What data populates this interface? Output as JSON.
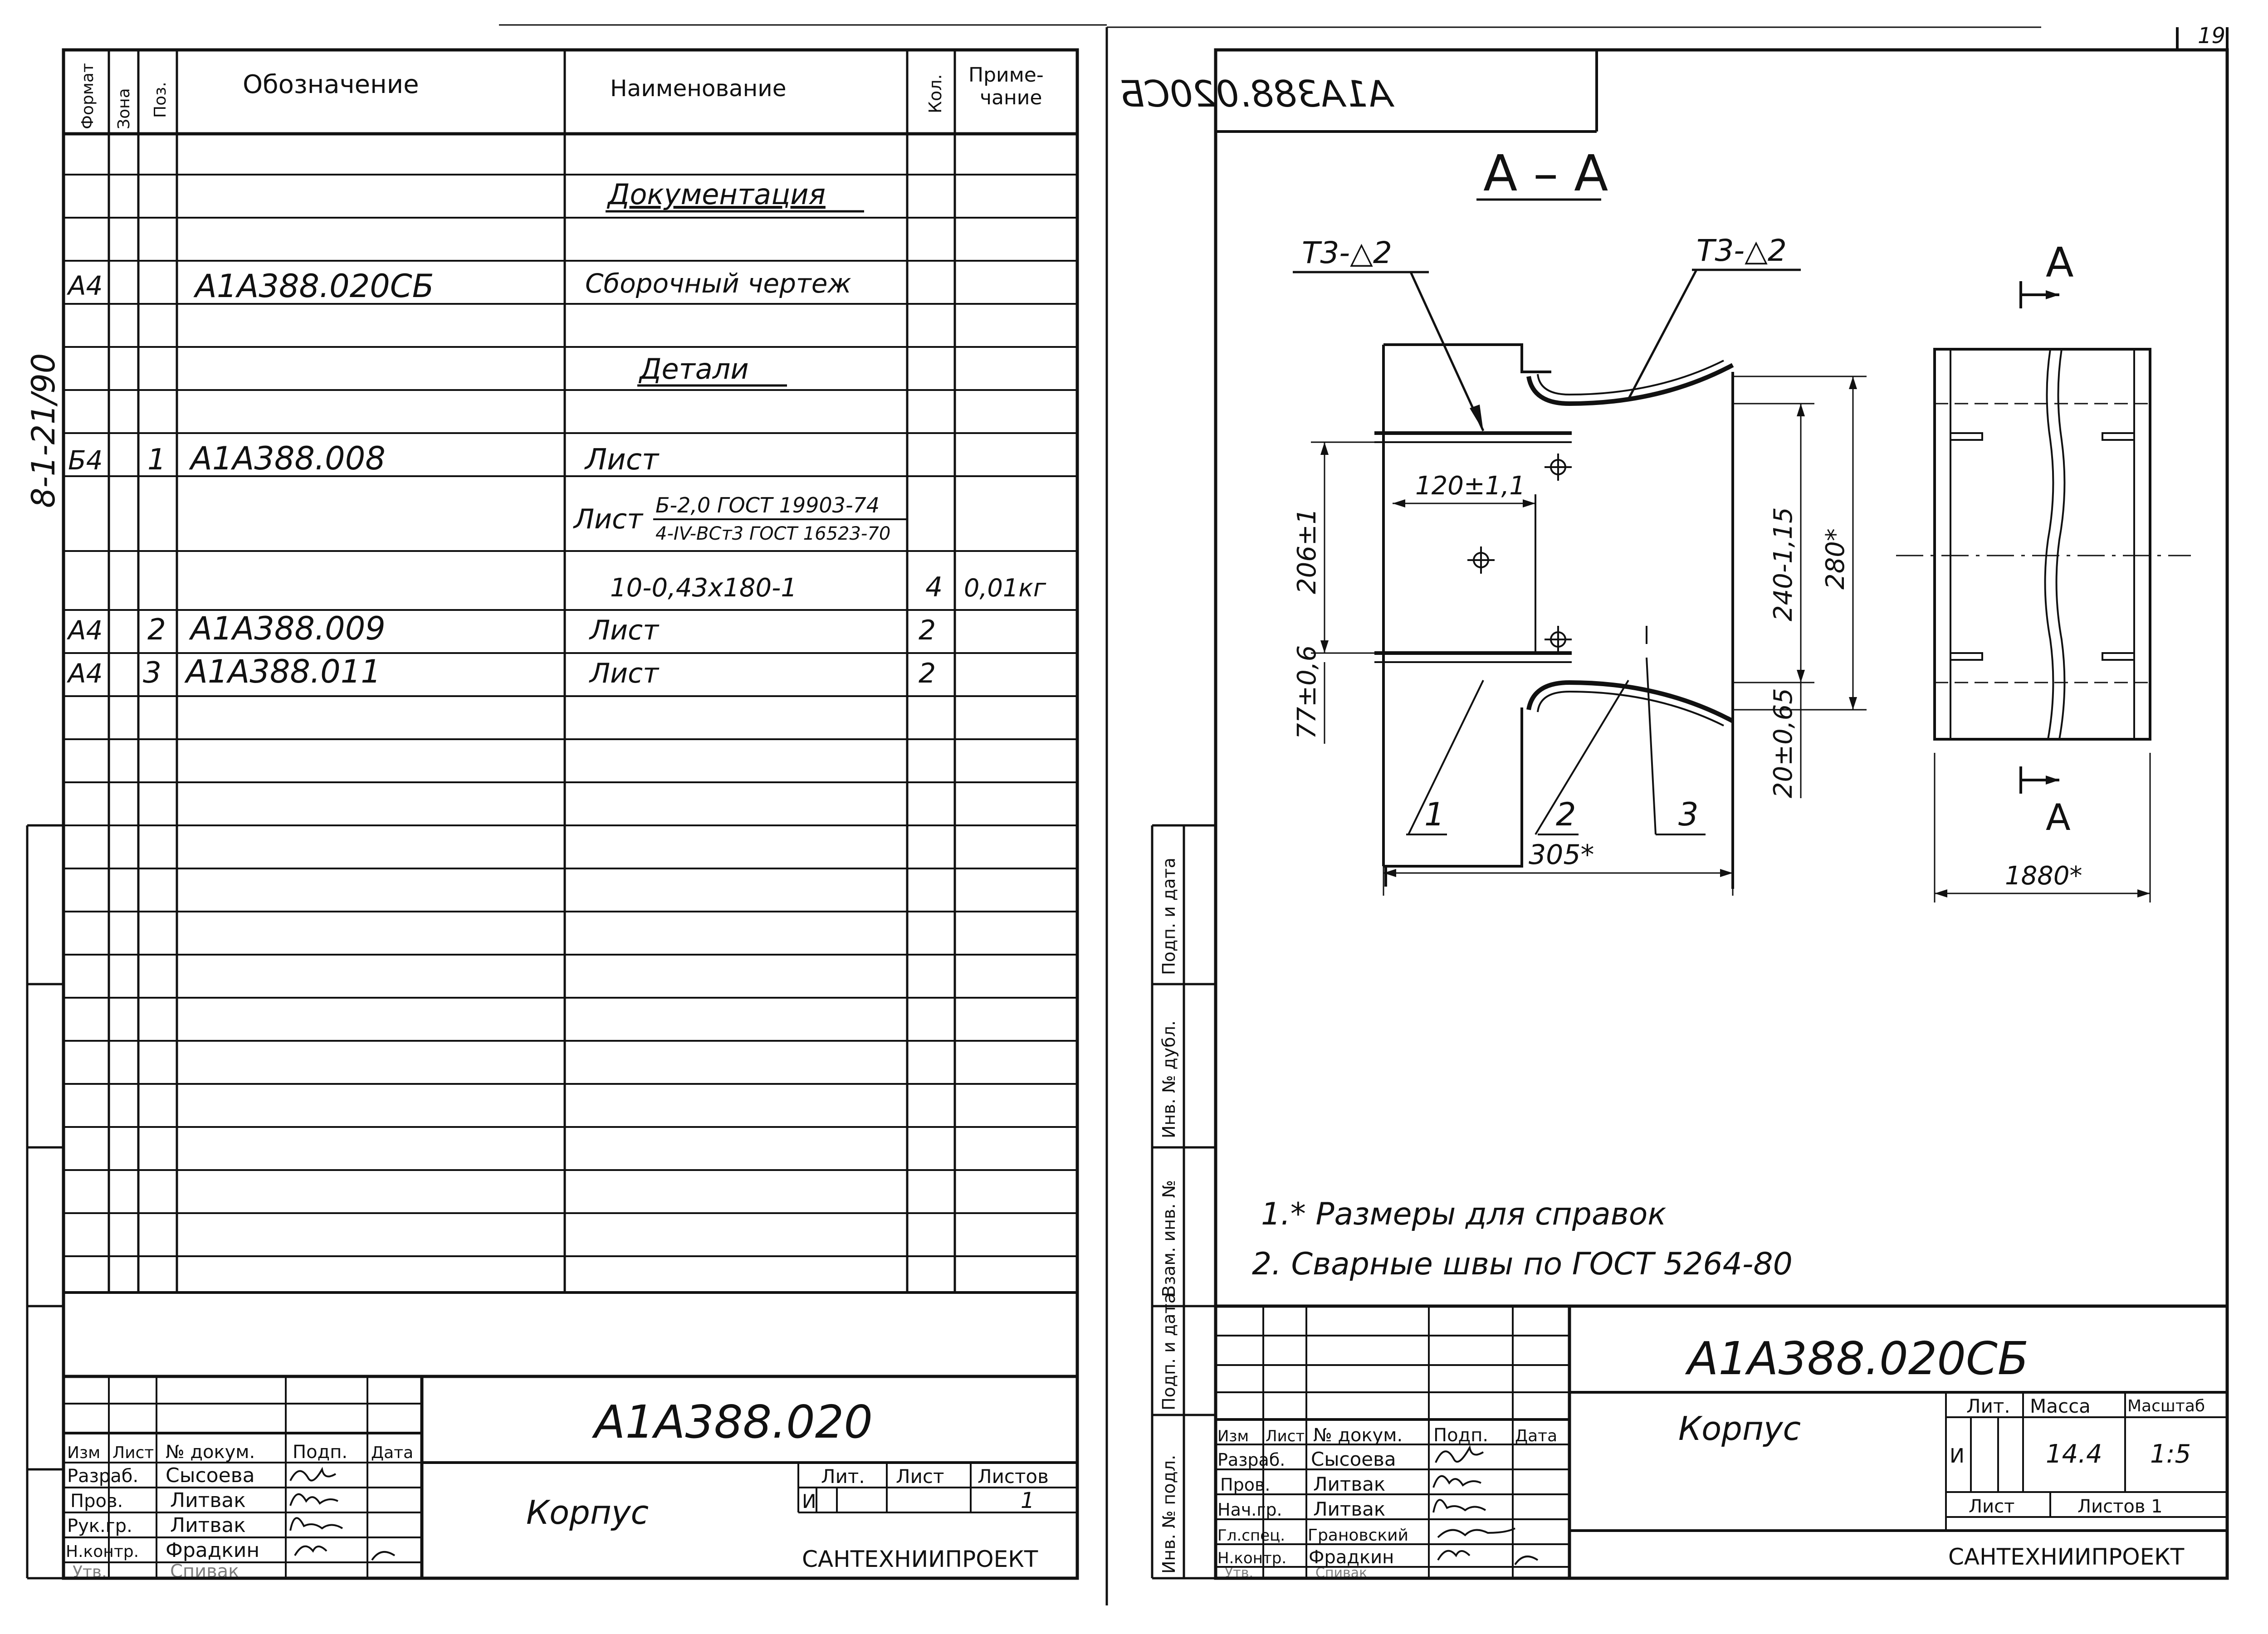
{
  "page_number": "19",
  "spec_sheet": {
    "side_stamp": "8-1-21/90",
    "headers": {
      "format": "Формат",
      "zone": "Зона",
      "pos": "Поз.",
      "designation": "Обозначение",
      "name": "Наименование",
      "qty": "Кол.",
      "note": "Приме-\nчание"
    },
    "section_documentation": "Документация",
    "doc_row": {
      "format": "А4",
      "designation": "А1А388.020СБ",
      "name": "Сборочный чертеж"
    },
    "section_details": "Детали",
    "rows": [
      {
        "format": "Б4",
        "pos": "1",
        "designation": "А1А388.008",
        "name": "Лист",
        "qty": "",
        "note": ""
      },
      {
        "format": "",
        "pos": "",
        "designation": "",
        "name": "Лист",
        "name_top": "Б-2,0 ГОСТ 19903-74",
        "name_bottom": "4-IV-ВСт3 ГОСТ 16523-70",
        "qty": "",
        "note": ""
      },
      {
        "format": "",
        "pos": "",
        "designation": "",
        "name": "10-0,43x180-1",
        "qty": "4",
        "note": "0,01кг"
      },
      {
        "format": "А4",
        "pos": "2",
        "designation": "А1А388.009",
        "name": "Лист",
        "qty": "2",
        "note": ""
      },
      {
        "format": "А4",
        "pos": "3",
        "designation": "А1А388.011",
        "name": "Лист",
        "qty": "2",
        "note": ""
      }
    ],
    "title_block": {
      "code": "А1А388.020",
      "title": "Корпус",
      "col_headers": [
        "Изм",
        "Лист",
        "№ докум.",
        "Подп.",
        "Дата"
      ],
      "roles": [
        {
          "role": "Разраб.",
          "name": "Сысоева"
        },
        {
          "role": "Пров.",
          "name": "Литвак"
        },
        {
          "role": "Рук.гр.",
          "name": "Литвак"
        },
        {
          "role": "Н.контр.",
          "name": "Фрадкин"
        },
        {
          "role": "Утв.",
          "name": "Спивак"
        }
      ],
      "lit_label": "Лит.",
      "sheet_label": "Лист",
      "sheets_label": "Листов",
      "lit_value": "И",
      "sheets_value": "1",
      "organization": "САНТЕХНИИПРОЕКТ"
    }
  },
  "drawing_sheet": {
    "mirrored_code": "А1А388.020СБ",
    "section_label": "А – А",
    "weld_mark_left": "Т3-△2",
    "weld_mark_right": "Т3-△2",
    "view_mark_top": "А",
    "view_mark_bottom": "А",
    "dims": {
      "d120": "120±1,1",
      "d206": "206±1",
      "d77": "77±0,6",
      "d240": "240-1,15",
      "d280": "280*",
      "d20": "20±0,65",
      "d305": "305*",
      "d1880": "1880*"
    },
    "callouts": [
      "1",
      "2",
      "3"
    ],
    "notes": [
      "1.* Размеры для справок",
      "2. Сварные швы по ГОСТ 5264-80"
    ],
    "side_labels": [
      "Подп. и дата",
      "Инв. № дубл.",
      "Взам. инв. №",
      "Подп. и дата",
      "Инв. № подл."
    ],
    "title_block": {
      "code": "А1А388.020СБ",
      "title": "Корпус",
      "col_headers": [
        "Изм",
        "Лист",
        "№ докум.",
        "Подп.",
        "Дата"
      ],
      "roles": [
        {
          "role": "Разраб.",
          "name": "Сысоева"
        },
        {
          "role": "Пров.",
          "name": "Литвак"
        },
        {
          "role": "Нач.гр.",
          "name": "Литвак"
        },
        {
          "role": "Гл.спец.",
          "name": "Грановский"
        },
        {
          "role": "Н.контр.",
          "name": "Фрадкин"
        },
        {
          "role": "Утв.",
          "name": "Спивак"
        }
      ],
      "lit_label": "Лит.",
      "mass_label": "Масса",
      "scale_label": "Масштаб",
      "lit_value": "И",
      "mass_value": "14.4",
      "scale_value": "1:5",
      "sheet_label": "Лист",
      "sheets_label": "Листов 1",
      "organization": "САНТЕХНИИПРОЕКТ"
    }
  }
}
